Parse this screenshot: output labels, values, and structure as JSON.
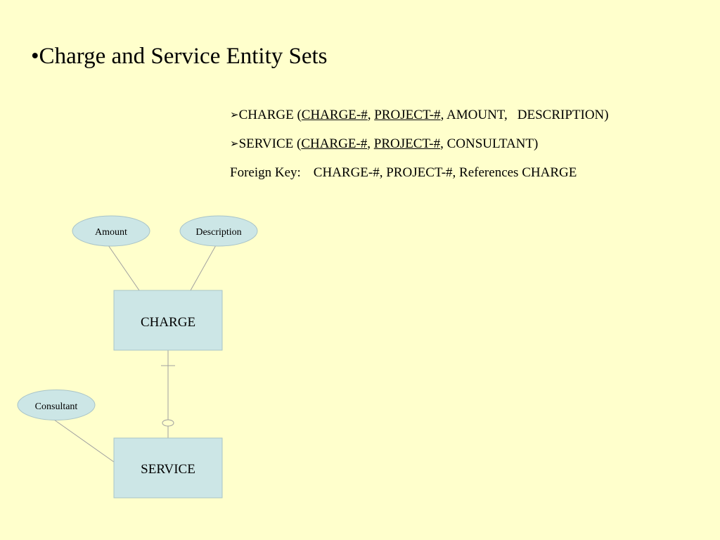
{
  "title": "•Charge and Service Entity Sets",
  "schema": {
    "charge": {
      "arrow": "➢",
      "name": "CHARGE (",
      "key1": "CHARGE-#",
      "sep1": ", ",
      "key2": "PROJECT-#",
      "rest_a": ", AMOUNT,",
      "rest_b": "DESCRIPTION)"
    },
    "service": {
      "arrow": "➢",
      "name": "SERVICE (",
      "key1": "CHARGE-#",
      "sep1": ", ",
      "key2": "PROJECT-#",
      "rest": ", CONSULTANT)"
    },
    "foreign_key": {
      "label": "Foreign Key:",
      "value": "CHARGE-#, PROJECT-#, References CHARGE"
    }
  },
  "diagram": {
    "entities": {
      "charge": "CHARGE",
      "service": "SERVICE"
    },
    "attributes": {
      "amount": "Amount",
      "description": "Description",
      "consultant": "Consultant"
    },
    "colors": {
      "background": "#ffffcc",
      "entity_fill": "#cce6e6",
      "entity_stroke": "#a9c4c8",
      "line": "#a0a0a0"
    }
  }
}
